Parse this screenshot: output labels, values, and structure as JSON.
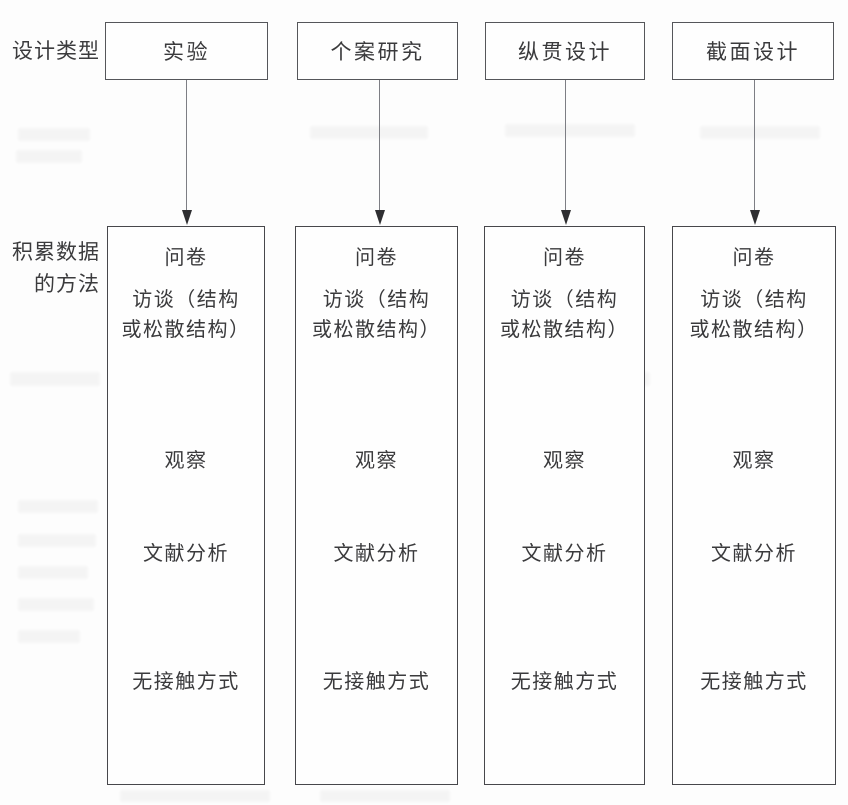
{
  "page": {
    "background_color": "#fdfdfd",
    "line_color": "#47474b",
    "text_color": "#3a3a3c",
    "arrow_color": "#2e2e31"
  },
  "row_labels": [
    {
      "name": "design-type",
      "text": "设计类型"
    },
    {
      "name": "data-collection-method",
      "text": "积累数据\n的方法"
    }
  ],
  "columns": [
    {
      "design": "实验",
      "methods": {
        "questionnaire": "问卷",
        "interview": "访谈（结构\n或松散结构）",
        "observation": "观察",
        "literature": "文献分析",
        "unobtrusive": "无接触方式"
      }
    },
    {
      "design": "个案研究",
      "methods": {
        "questionnaire": "问卷",
        "interview": "访谈（结构\n或松散结构）",
        "observation": "观察",
        "literature": "文献分析",
        "unobtrusive": "无接触方式"
      }
    },
    {
      "design": "纵贯设计",
      "methods": {
        "questionnaire": "问卷",
        "interview": "访谈（结构\n或松散结构）",
        "observation": "观察",
        "literature": "文献分析",
        "unobtrusive": "无接触方式"
      }
    },
    {
      "design": "截面设计",
      "methods": {
        "questionnaire": "问卷",
        "interview": "访谈（结构\n或松散结构）",
        "observation": "观察",
        "literature": "文献分析",
        "unobtrusive": "无接触方式"
      }
    }
  ]
}
